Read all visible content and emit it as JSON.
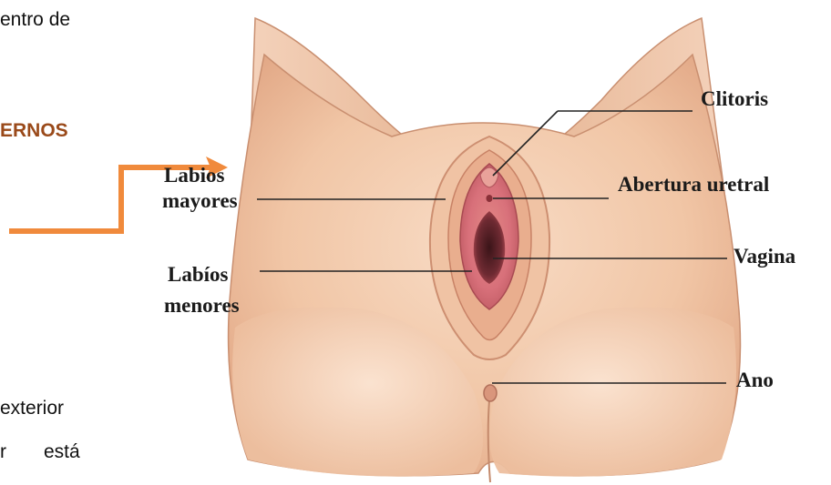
{
  "document": {
    "text_top": "entro de",
    "heading": "ERNOS",
    "text_exterior": "exterior",
    "text_r": "r",
    "text_esta": "está"
  },
  "diagram": {
    "labels": {
      "clitoris": "Clitoris",
      "abertura_uretral": "Abertura uretral",
      "labios_mayores_1": "Labios",
      "labios_mayores_2": "mayores",
      "vagina": "Vagina",
      "labios_menores_1": "Labíos",
      "labios_menores_2": "menores",
      "ano": "Ano"
    }
  },
  "colors": {
    "arrow": "#f08a3c",
    "heading": "#9a4a1a",
    "skin_light": "#f6d6bf",
    "skin_mid": "#eebc9a",
    "skin_dark": "#c97f62",
    "mucosa": "#d8707a",
    "leader_lines": "#222222"
  }
}
